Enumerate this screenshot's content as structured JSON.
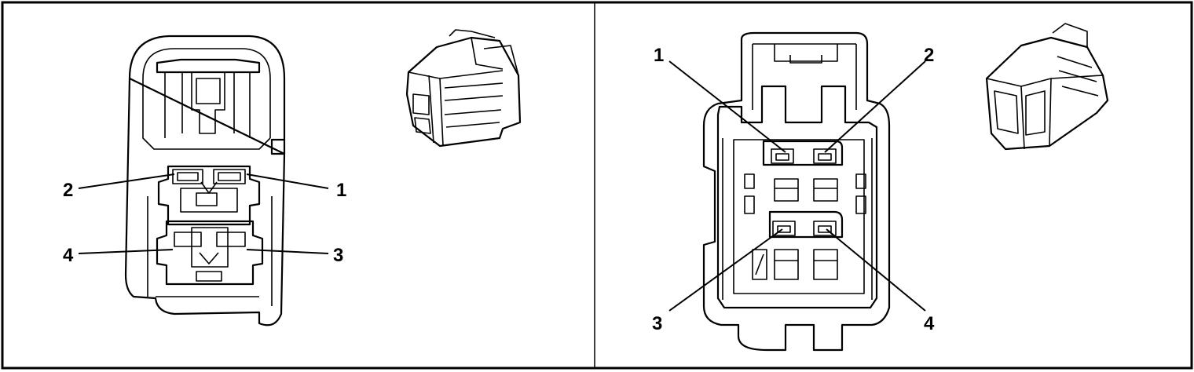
{
  "left_panel": {
    "pin_labels": {
      "p1": "1",
      "p2": "2",
      "p3": "3",
      "p4": "4"
    }
  },
  "right_panel": {
    "pin_labels": {
      "p1": "1",
      "p2": "2",
      "p3": "3",
      "p4": "4"
    }
  }
}
